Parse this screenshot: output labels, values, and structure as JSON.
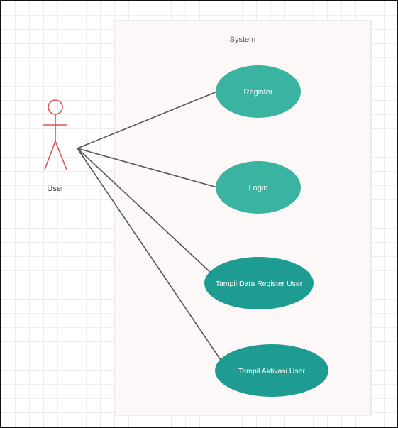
{
  "diagram": {
    "system_label": "System",
    "actor_label": "User",
    "use_cases": [
      {
        "label": "Register"
      },
      {
        "label": "Login"
      },
      {
        "label": "Tampil Data Register User"
      },
      {
        "label": "Tampil Aktivasi User"
      }
    ]
  },
  "colors": {
    "system_fill": "#fcf8f7",
    "system_border": "#d8d8d8",
    "actor_stroke": "#e05050",
    "use_case_light": "#3bb3a1",
    "use_case_dark": "#1f9c91",
    "association_line": "#555555"
  }
}
